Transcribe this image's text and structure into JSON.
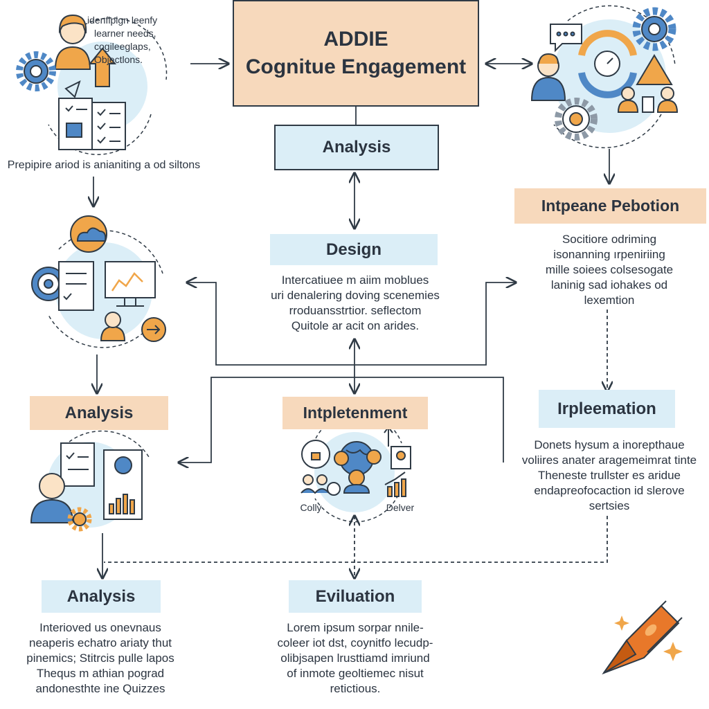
{
  "title": {
    "line1": "ADDIE",
    "line2": "Cognitue Engagement"
  },
  "top_left": {
    "note": [
      "idenfipign leenfy",
      "learner needs,",
      "cogileeglaps,",
      "Objectlons."
    ],
    "caption": "Prepipire ariod is anianiting a od siltons"
  },
  "center": {
    "analysis": "Analysis",
    "design": "Design",
    "design_text": [
      "Intercatiuee m aiim moblues",
      "uri denalering doving scenemies",
      "rroduansstrtior. seflectom",
      "Quitole ar acit on arides."
    ],
    "implementation": "Intpletenment",
    "people_labels": {
      "left": "Colly",
      "right": "Delver"
    },
    "evaluation": "Eviluation",
    "evaluation_text": [
      "Lorem ipsum sorpar nnile-",
      "coleer iot dst, coynitfo lecudp-",
      "olibjsapen lrusttiamd imriund",
      "of inmote geoltiemec nisut",
      "retictious."
    ]
  },
  "right": {
    "box1": "Intpeane Pebotion",
    "box1_text": [
      "Socitiore odriming",
      "isonanning ırpeniriing",
      "mille soiees colsesogate",
      "laninig sad iohakes od",
      "lexemtion"
    ],
    "box2": "Irpleemation",
    "box2_text": [
      "Donets hysum a inorepthaue",
      "voliires anater aragemeimrat tinte",
      "Theneste trullster es aridue",
      "endapreofocaction id slerove",
      "sertsies"
    ]
  },
  "left": {
    "analysis2": "Analysis",
    "analysis3": "Analysis",
    "analysis3_text": [
      "Interioved us onevnaus",
      "neaperis echatro ariaty thut",
      "pinemics; Stitrcis pulle lapos",
      "Thequs m athian pograd",
      "andonesthte ine Quizzes"
    ]
  },
  "colors": {
    "tan": "#f7d9bc",
    "light_blue": "#dbeef7",
    "line": "#2f3a45",
    "accent_orange": "#f0a64a",
    "accent_blue": "#4f88c6",
    "crayon": "#e8782a"
  }
}
